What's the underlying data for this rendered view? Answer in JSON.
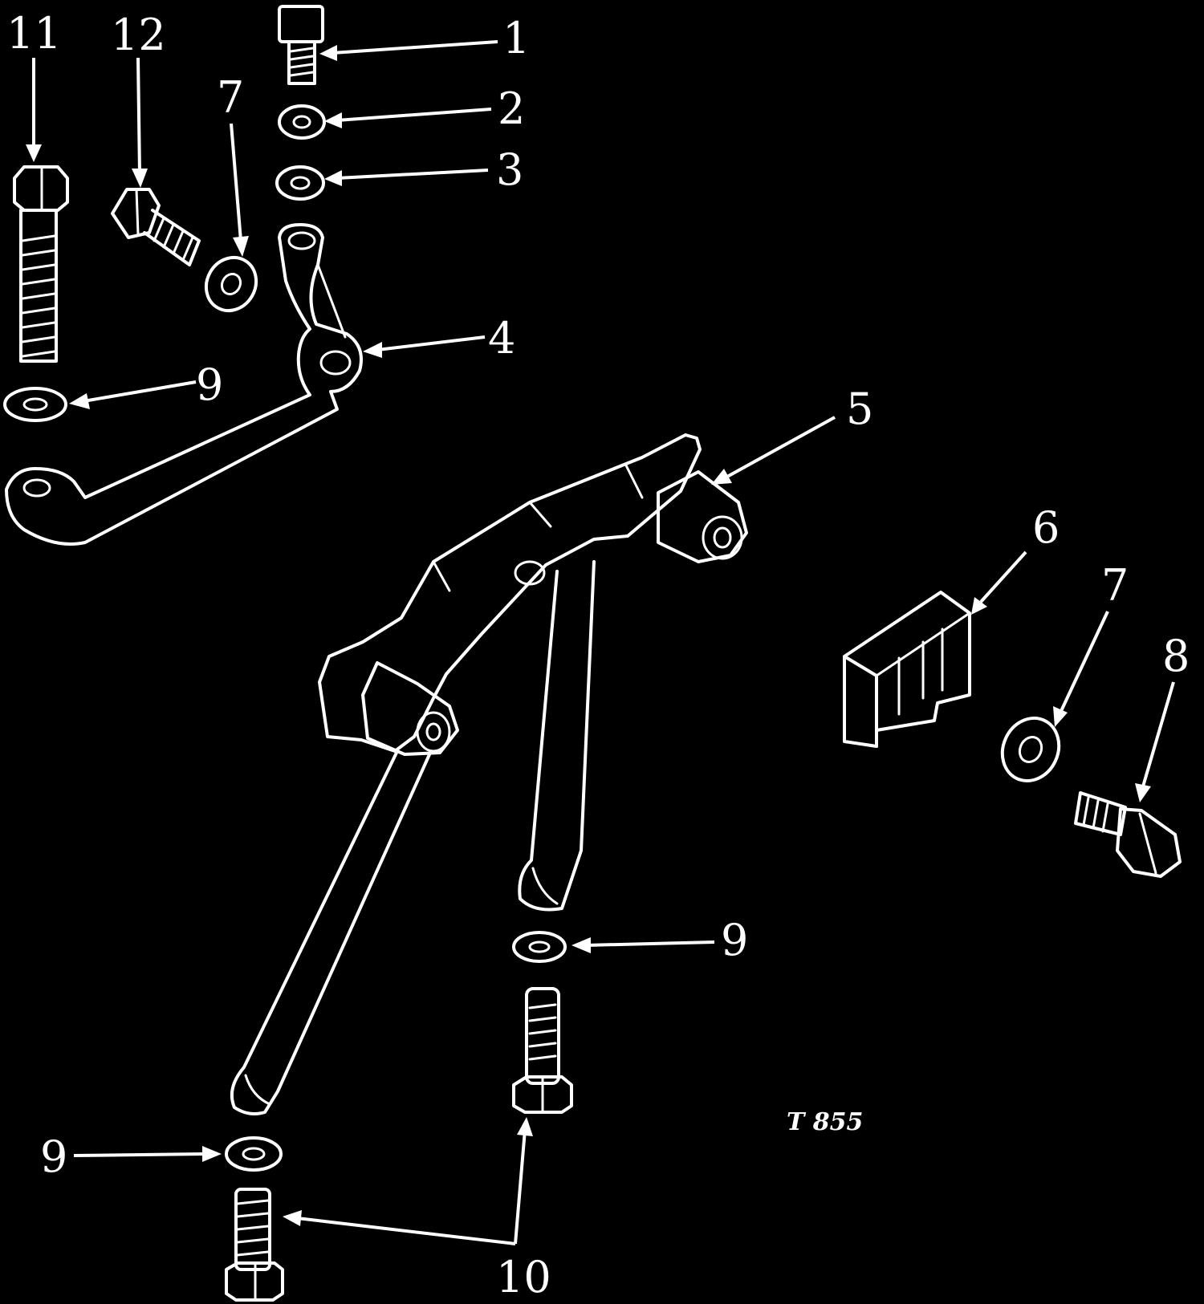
{
  "diagram": {
    "figure_id": "T 855",
    "callouts": [
      "11",
      "12",
      "7",
      "1",
      "2",
      "3",
      "4",
      "9",
      "5",
      "6",
      "7",
      "8",
      "9",
      "9",
      "10"
    ]
  },
  "colors": {
    "background": "#000000",
    "line": "#ffffff"
  }
}
